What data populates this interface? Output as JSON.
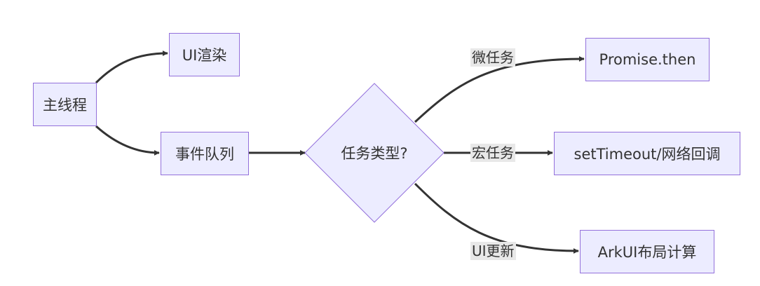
{
  "nodes": {
    "main_thread": "主线程",
    "ui_render": "UI渲染",
    "event_queue": "事件队列",
    "task_type": "任务类型?",
    "promise_then": "Promise.then",
    "set_timeout": "setTimeout/网络回调",
    "arkui_layout": "ArkUI布局计算"
  },
  "edge_labels": {
    "micro_task": "微任务",
    "macro_task": "宏任务",
    "ui_update": "UI更新"
  },
  "colors": {
    "node_fill": "#ececff",
    "node_border": "#9370db",
    "edge_stroke": "#333333",
    "edge_label_bg": "#e8e8e8",
    "text": "#333333"
  }
}
